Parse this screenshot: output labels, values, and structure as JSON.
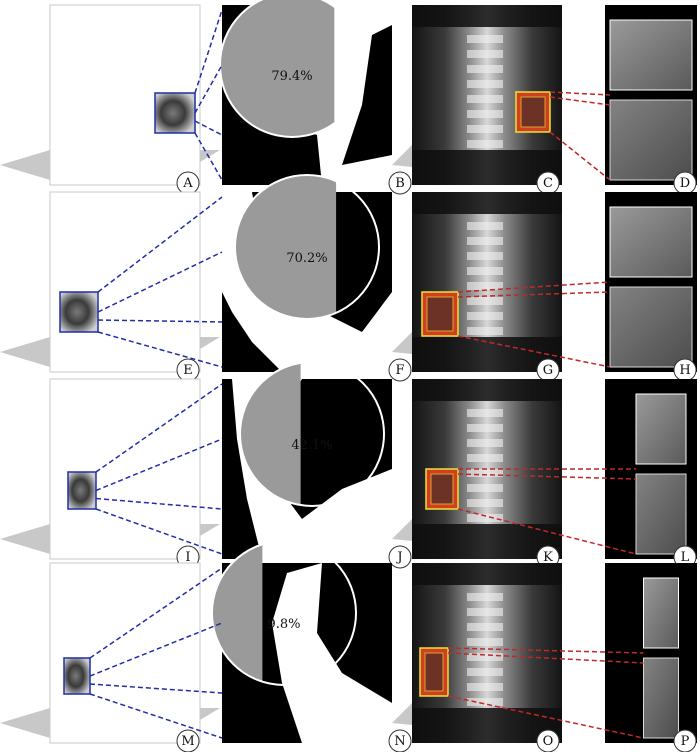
{
  "rows": [
    {
      "labels": [
        "A",
        "B",
        "C",
        "D"
      ],
      "percent": "79.4%"
    },
    {
      "labels": [
        "E",
        "F",
        "G",
        "H"
      ],
      "percent": "70.2%"
    },
    {
      "labels": [
        "I",
        "J",
        "K",
        "L"
      ],
      "percent": "42.1%"
    },
    {
      "labels": [
        "M",
        "N",
        "O",
        "P"
      ],
      "percent": "9.8%"
    }
  ],
  "colors": {
    "connector_blue": "#1f2fa8",
    "connector_red": "#c0282a",
    "roi_yellow": "#e8e23a",
    "shadow": "#c8c8c8",
    "overlap_gray": "#9a9a9a"
  }
}
